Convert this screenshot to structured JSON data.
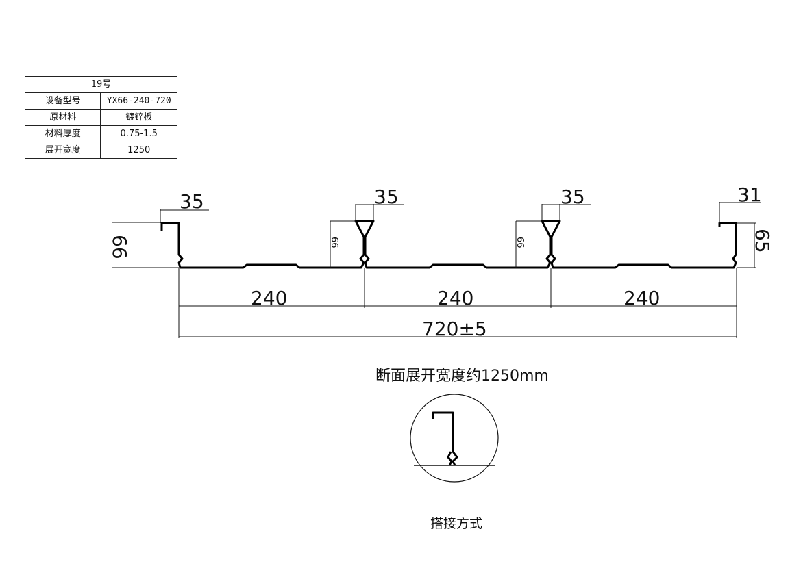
{
  "spec_table": {
    "title": "19号",
    "rows": [
      {
        "label": "设备型号",
        "value": "YX66-240-720"
      },
      {
        "label": "原材料",
        "value": "镀锌板"
      },
      {
        "label": "材料厚度",
        "value": "0.75-1.5"
      },
      {
        "label": "展开宽度",
        "value": "1250"
      }
    ]
  },
  "dimensions": {
    "top_left": "35",
    "top_mid1": "35",
    "top_mid2": "35",
    "top_right": "31",
    "height_left": "66",
    "height_rib1": "66",
    "height_rib2": "66",
    "height_right": "65",
    "span1": "240",
    "span2": "240",
    "span3": "240",
    "total": "720±5"
  },
  "caption_unfold": "断面展开宽度约1250mm",
  "caption_overlap": "搭接方式"
}
